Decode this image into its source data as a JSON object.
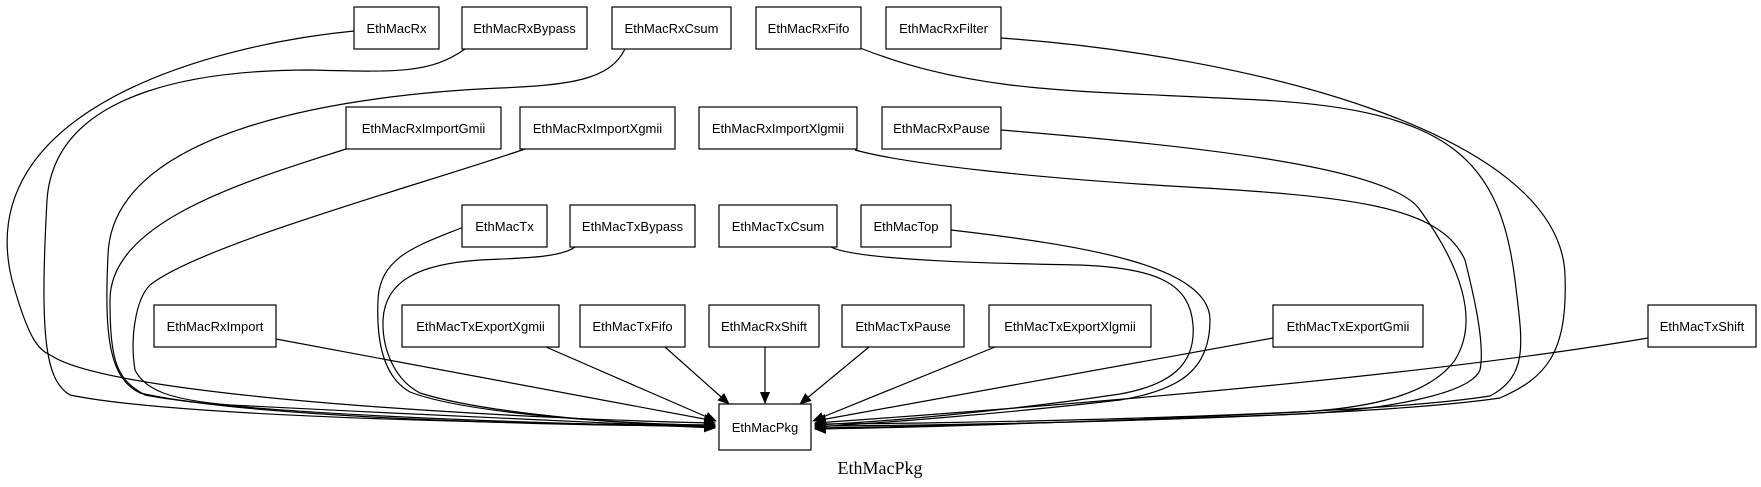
{
  "graph": {
    "caption": "EthMacPkg",
    "target": "EthMacPkg",
    "nodes": [
      "EthMacRx",
      "EthMacRxBypass",
      "EthMacRxCsum",
      "EthMacRxFifo",
      "EthMacRxFilter",
      "EthMacRxImportGmii",
      "EthMacRxImportXgmii",
      "EthMacRxImportXlgmii",
      "EthMacRxPause",
      "EthMacTx",
      "EthMacTxBypass",
      "EthMacTxCsum",
      "EthMacTop",
      "EthMacRxImport",
      "EthMacTxExportXgmii",
      "EthMacTxFifo",
      "EthMacRxShift",
      "EthMacTxPause",
      "EthMacTxExportXlgmii",
      "EthMacTxExportGmii",
      "EthMacTxShift",
      "EthMacPkg"
    ],
    "edges": [
      [
        "EthMacRx",
        "EthMacPkg"
      ],
      [
        "EthMacRxBypass",
        "EthMacPkg"
      ],
      [
        "EthMacRxCsum",
        "EthMacPkg"
      ],
      [
        "EthMacRxFifo",
        "EthMacPkg"
      ],
      [
        "EthMacRxFilter",
        "EthMacPkg"
      ],
      [
        "EthMacRxImportGmii",
        "EthMacPkg"
      ],
      [
        "EthMacRxImportXgmii",
        "EthMacPkg"
      ],
      [
        "EthMacRxImportXlgmii",
        "EthMacPkg"
      ],
      [
        "EthMacRxPause",
        "EthMacPkg"
      ],
      [
        "EthMacTx",
        "EthMacPkg"
      ],
      [
        "EthMacTxBypass",
        "EthMacPkg"
      ],
      [
        "EthMacTxCsum",
        "EthMacPkg"
      ],
      [
        "EthMacTop",
        "EthMacPkg"
      ],
      [
        "EthMacRxImport",
        "EthMacPkg"
      ],
      [
        "EthMacTxExportXgmii",
        "EthMacPkg"
      ],
      [
        "EthMacTxFifo",
        "EthMacPkg"
      ],
      [
        "EthMacRxShift",
        "EthMacPkg"
      ],
      [
        "EthMacTxPause",
        "EthMacPkg"
      ],
      [
        "EthMacTxExportXlgmii",
        "EthMacPkg"
      ],
      [
        "EthMacTxExportGmii",
        "EthMacPkg"
      ],
      [
        "EthMacTxShift",
        "EthMacPkg"
      ]
    ]
  }
}
